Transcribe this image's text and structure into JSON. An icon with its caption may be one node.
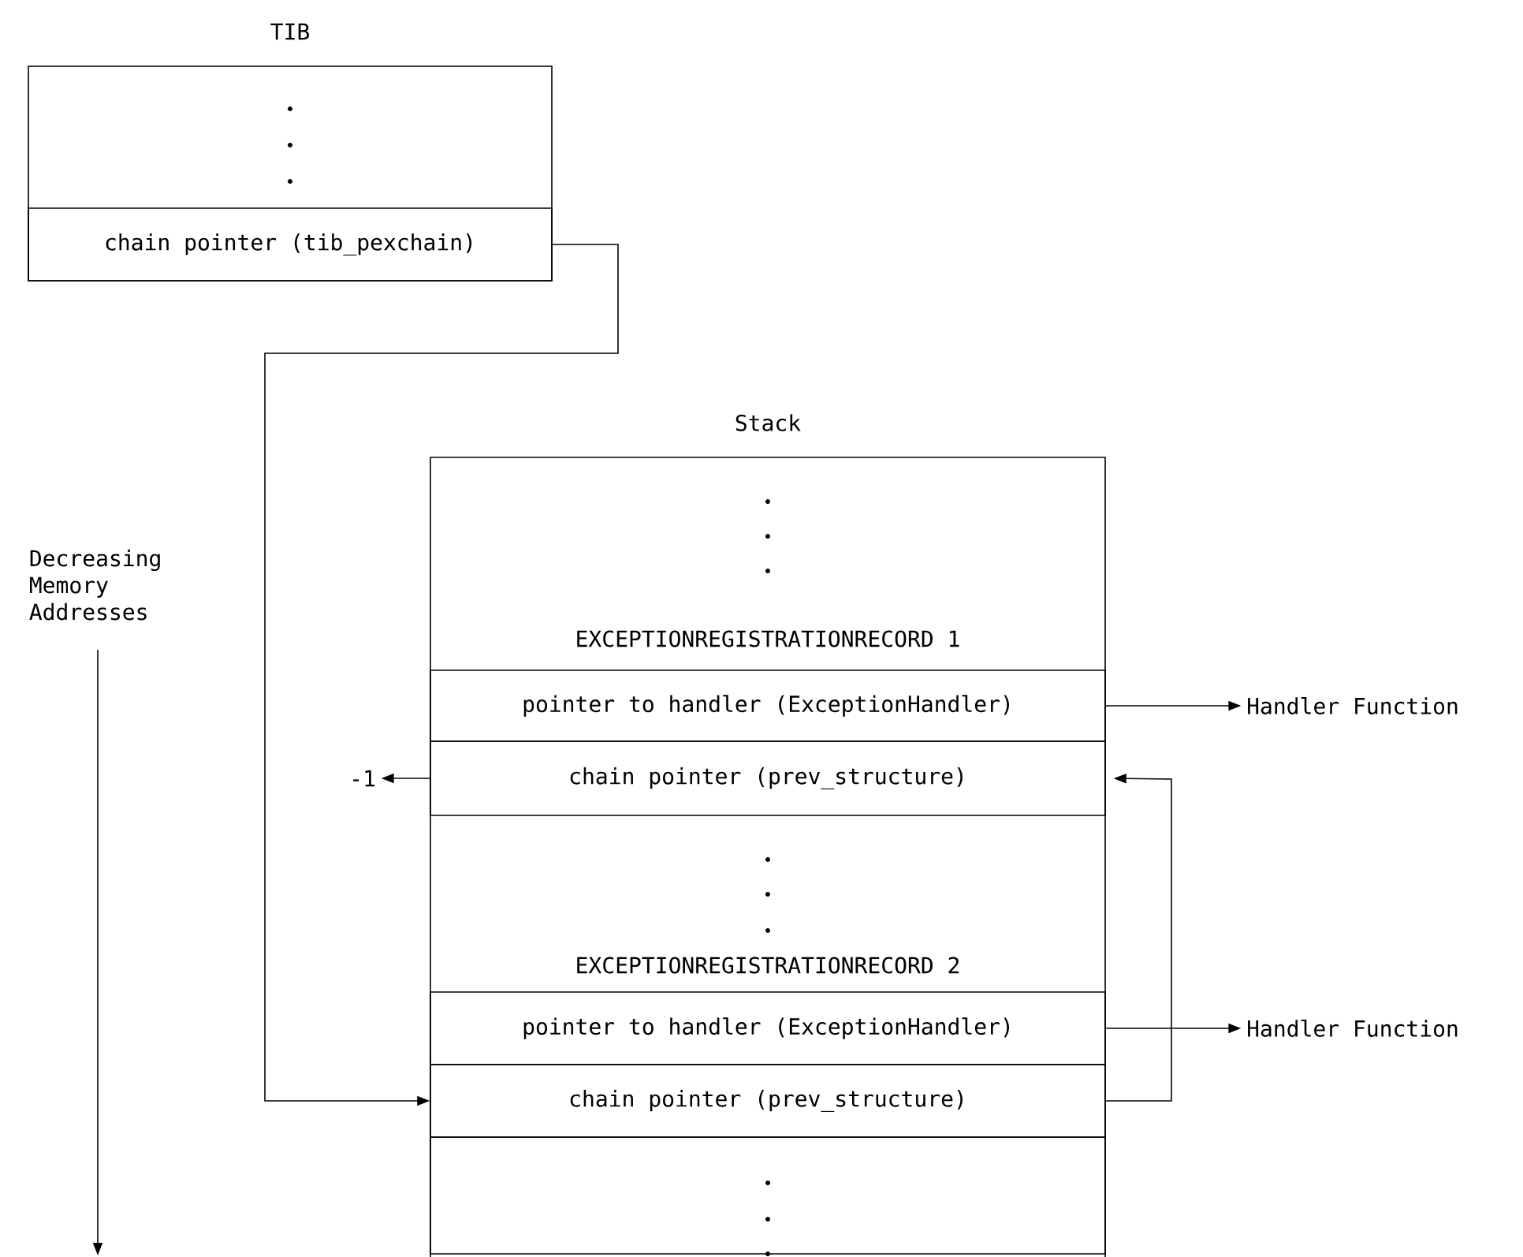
{
  "diagram": {
    "nodes": [
      {
        "text": [
          "TIB"
        ]
      },
      {
        "text": [
          "chain pointer (tib_pexchain)"
        ],
        "in": 0
      },
      {
        "text": [
          "Stack"
        ]
      },
      {
        "text": [
          "EXCEPTIONREGISTRATIONRECORD 1"
        ],
        "in": 2
      },
      {
        "text": [
          "pointer to handler (ExceptionHandler)"
        ],
        "in": 2
      },
      {
        "text": [
          "chain pointer (prev_structure)"
        ],
        "in": 2
      },
      {
        "text": [
          "EXCEPTIONREGISTRATIONRECORD 2"
        ],
        "in": 2
      },
      {
        "text": [
          "pointer to handler (ExceptionHandler)"
        ],
        "in": 2
      },
      {
        "text": [
          "chain pointer (prev_structure)"
        ],
        "in": 2
      },
      {
        "text": [],
        "shape": "box",
        "in": 2
      },
      {
        "text": [
          "Handler Function"
        ]
      },
      {
        "text": [
          "Handler Function"
        ]
      },
      {
        "text": [
          "-1"
        ]
      }
    ],
    "edges": [
      {
        "from": 1,
        "to": 8,
        "arrow": "to"
      },
      {
        "from": 4,
        "to": 10,
        "arrow": "to"
      },
      {
        "from": 5,
        "to": 12,
        "arrow": "to"
      },
      {
        "from": 7,
        "to": 11,
        "arrow": "to"
      },
      {
        "from": 8,
        "to": 5,
        "arrow": "to"
      }
    ],
    "labels": [
      "Decreasing Memory Addresses"
    ]
  }
}
